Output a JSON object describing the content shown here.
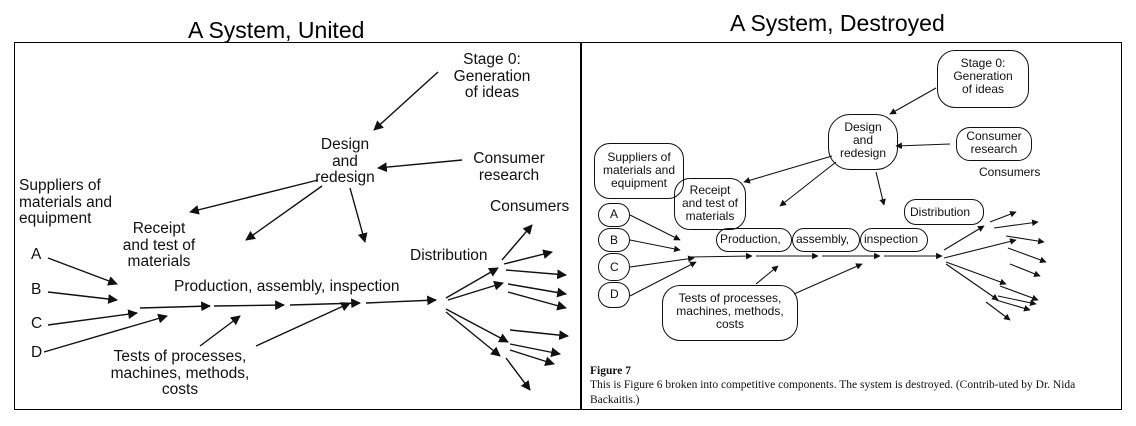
{
  "titles": {
    "left": "A System, United",
    "right": "A System, Destroyed"
  },
  "left_panel": {
    "stage0": "Stage 0:\nGeneration\nof ideas",
    "design": "Design\nand\nredesign",
    "consumer_research": "Consumer\nresearch",
    "suppliers": "Suppliers of\nmaterials and\nequipment",
    "receipt": "Receipt\nand test of\nmaterials",
    "production": "Production, assembly, inspection",
    "distribution": "Distribution",
    "consumers": "Consumers",
    "tests": "Tests of processes,\nmachines, methods,\ncosts",
    "supplier_a": "A",
    "supplier_b": "B",
    "supplier_c": "C",
    "supplier_d": "D"
  },
  "right_panel": {
    "stage0": "Stage 0:\nGeneration\nof ideas",
    "design": "Design\nand\nredesign",
    "consumer_research": "Consumer\nresearch",
    "suppliers": "Suppliers of\nmaterials and\nequipment",
    "receipt": "Receipt\nand test of\nmaterials",
    "production": "Production,",
    "assembly": "assembly,",
    "inspection": "inspection",
    "distribution": "Distribution",
    "consumers": "Consumers",
    "tests": "Tests of processes,\nmachines, methods,\ncosts",
    "supplier_a": "A",
    "supplier_b": "B",
    "supplier_c": "C",
    "supplier_d": "D",
    "caption_label": "Figure 7",
    "caption_text": "This is Figure 6 broken into competitive components. The system is destroyed. (Contrib-uted by Dr. Nida Backaitis.)"
  }
}
